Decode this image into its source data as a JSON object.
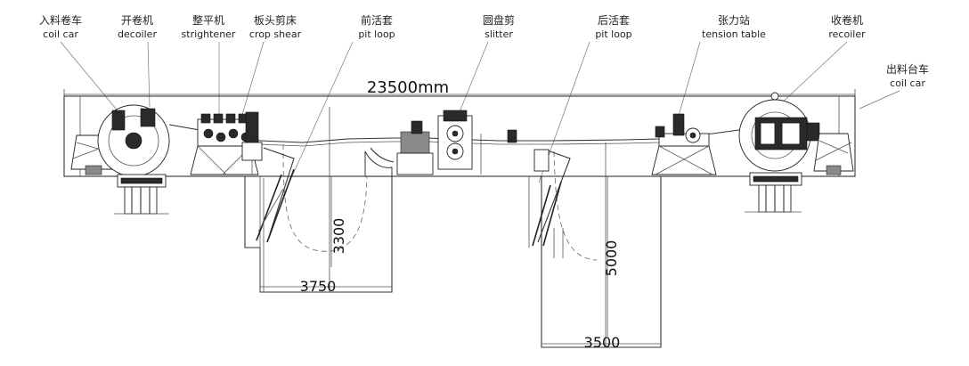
{
  "stations": [
    {
      "cn": "入料卷车",
      "en": "coil car"
    },
    {
      "cn": "开卷机",
      "en": "decoiler"
    },
    {
      "cn": "整平机",
      "en": "strightener"
    },
    {
      "cn": "板头剪床",
      "en": "crop shear"
    },
    {
      "cn": "前活套",
      "en": "pit loop"
    },
    {
      "cn": "圆盘剪",
      "en": "slitter"
    },
    {
      "cn": "后活套",
      "en": "pit loop"
    },
    {
      "cn": "张力站",
      "en": "tension table"
    },
    {
      "cn": "收卷机",
      "en": "recoiler"
    },
    {
      "cn": "出料台车",
      "en": "coil car"
    }
  ],
  "dimensions": {
    "total_length": "23500mm",
    "pit1_width": "3750",
    "pit1_depth": "3300",
    "pit2_width": "3500",
    "pit2_depth": "5000"
  },
  "colors": {
    "line": "#333333",
    "machine": "#2a2a2a",
    "background": "#ffffff"
  }
}
